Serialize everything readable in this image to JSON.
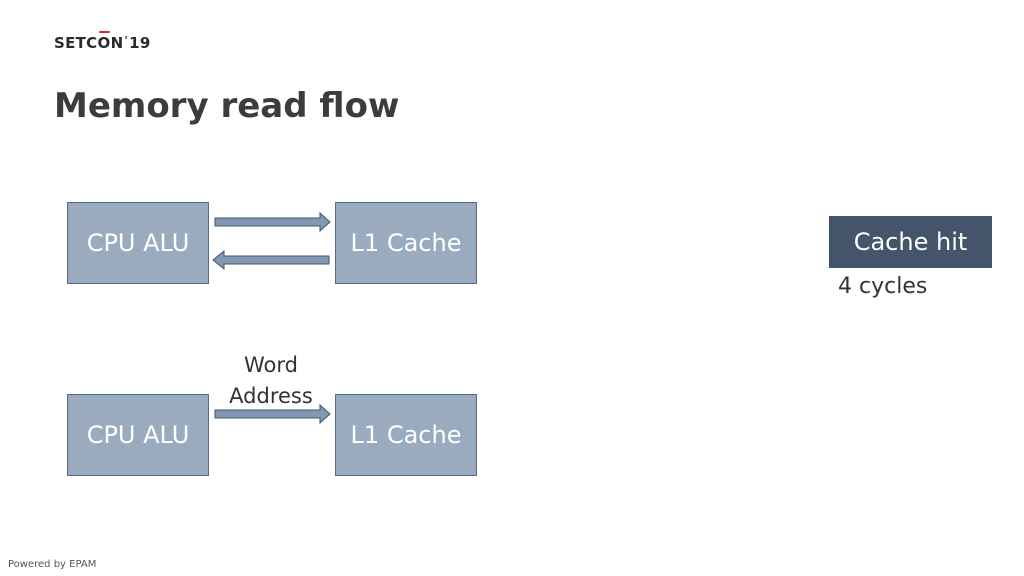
{
  "logo": {
    "text_a": "SETC",
    "text_b": "O",
    "text_c": "N",
    "apos": "'",
    "text_d": "19"
  },
  "title": "Memory read flow",
  "diagram1": {
    "left": "CPU ALU",
    "right": "L1 Cache"
  },
  "diagram2": {
    "left": "CPU ALU",
    "right": "L1 Cache",
    "arrow_label_1": "Word",
    "arrow_label_2": "Address"
  },
  "result": {
    "label": "Cache hit",
    "cycles": "4 cycles"
  },
  "footer": "Powered by EPAM",
  "colors": {
    "box_fill": "#9aabc0",
    "box_border": "#536a88",
    "hit_fill": "#44546a",
    "arrow_fill": "#8497b0",
    "accent": "#e2292c"
  }
}
